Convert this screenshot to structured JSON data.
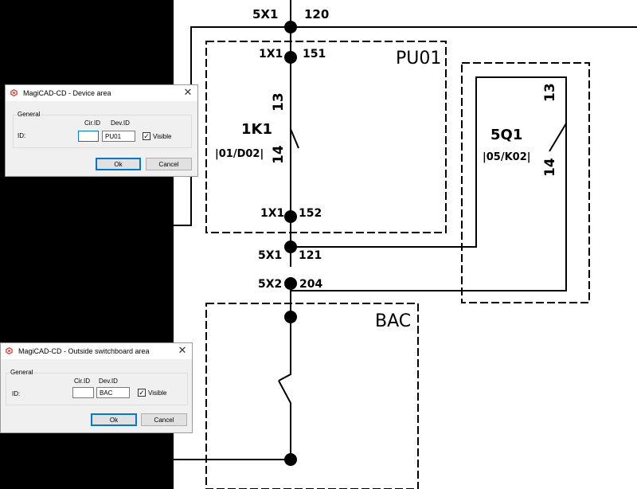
{
  "schematic": {
    "terminal_5x1_120": {
      "strip": "5X1",
      "number": "120"
    },
    "terminal_1x1_151": {
      "strip": "1X1",
      "number": "151"
    },
    "terminal_1x1_152": {
      "strip": "1X1",
      "number": "152"
    },
    "terminal_5x1_121": {
      "strip": "5X1",
      "number": "121"
    },
    "terminal_5x2_204": {
      "strip": "5X2",
      "number": "204"
    },
    "area_pu01": {
      "label": "PU01"
    },
    "area_bac": {
      "label": "BAC"
    },
    "device_1k1": {
      "name": "1K1",
      "ref": "|01/D02|",
      "pin_top": "13",
      "pin_bottom": "14"
    },
    "device_5q1": {
      "name": "5Q1",
      "ref": "|05/K02|",
      "pin_top": "13",
      "pin_bottom": "14"
    }
  },
  "dialog_device": {
    "title": "MagiCAD-CD - Device area",
    "close": "✕",
    "group_label": "General",
    "cir_id_label": "Cir.ID",
    "dev_id_label": "Dev.ID",
    "id_label": "ID:",
    "cir_id_value": "",
    "dev_id_value": "PU01",
    "visible_label": "Visible",
    "visible_checked": "✓",
    "ok": "Ok",
    "cancel": "Cancel"
  },
  "dialog_outside": {
    "title": "MagiCAD-CD - Outside switchboard area",
    "close": "✕",
    "group_label": "General",
    "cir_id_label": "Cir.ID",
    "dev_id_label": "Dev.ID",
    "id_label": "ID:",
    "cir_id_value": "",
    "dev_id_value": "BAC",
    "visible_label": "Visible",
    "visible_checked": "✓",
    "ok": "Ok",
    "cancel": "Cancel"
  },
  "colors": {
    "background": "#000000",
    "canvas": "#ffffff",
    "wire": "#000000",
    "accent": "#0078d7",
    "icon": "#d9342b"
  }
}
